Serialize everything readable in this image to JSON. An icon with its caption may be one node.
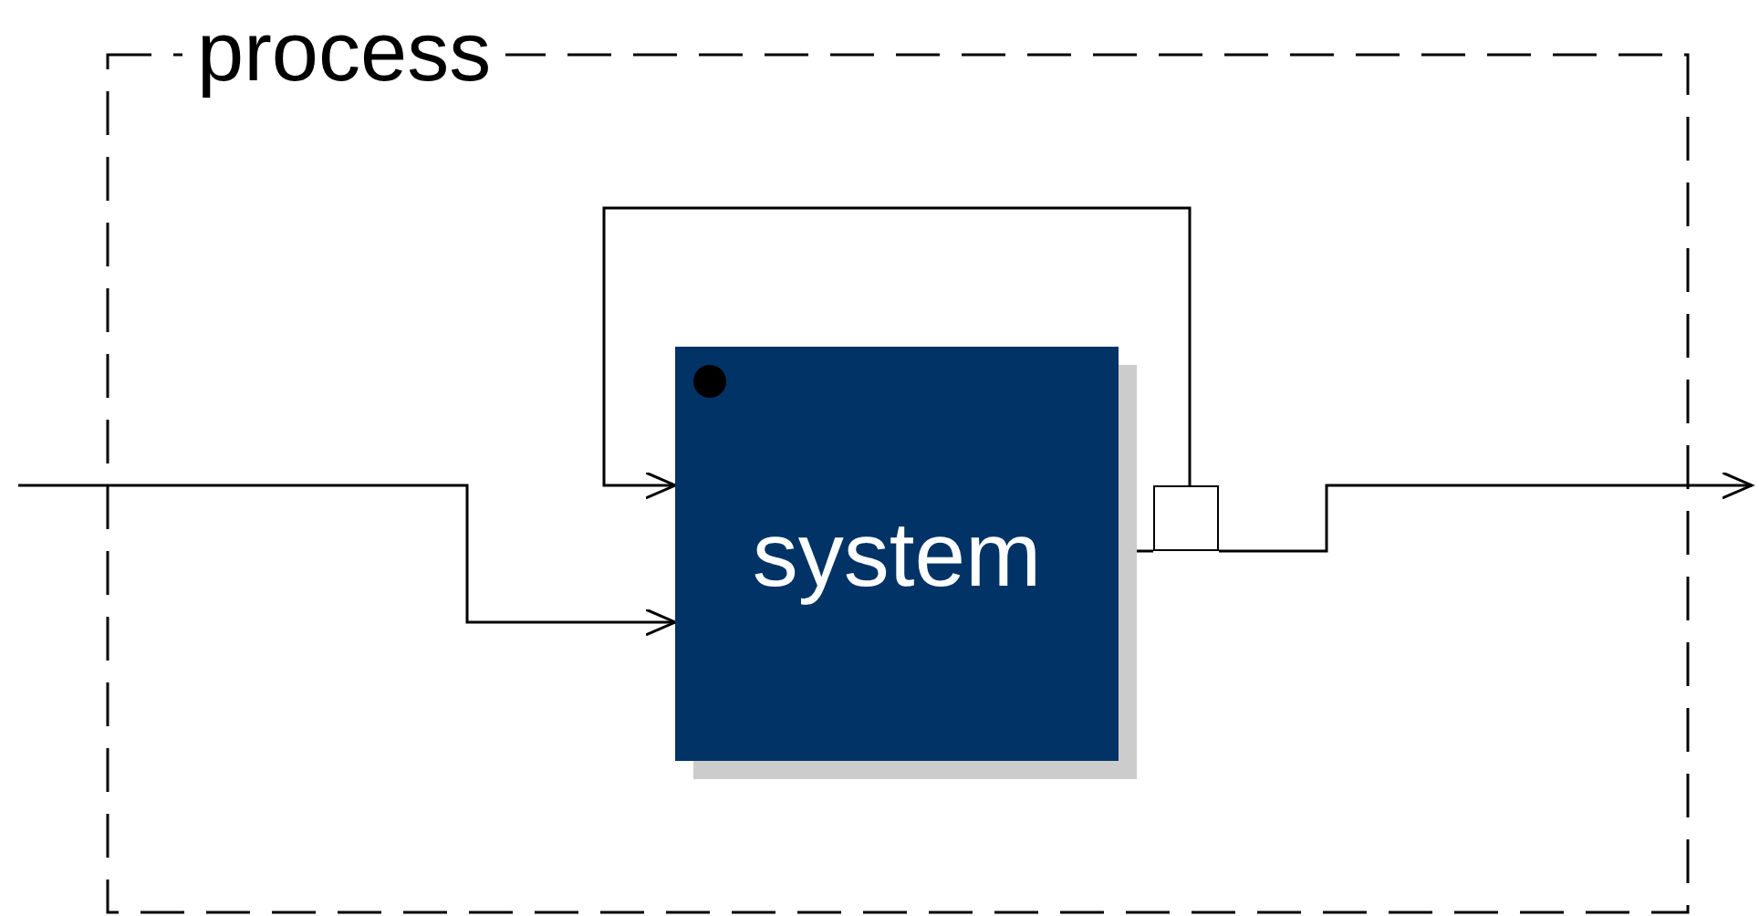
{
  "diagram": {
    "nodes": [
      {
        "text": [
          "process"
        ]
      },
      {
        "text": [
          "system"
        ],
        "in": 0
      },
      {
        "text": [],
        "shape": "box",
        "in": 0
      }
    ],
    "edges": [
      {
        "from": null,
        "to": 1,
        "arrow": "to"
      },
      {
        "from": 2,
        "to": 1,
        "arrow": "to"
      },
      {
        "from": 1,
        "to": 2,
        "arrow": "none"
      },
      {
        "from": 2,
        "to": null,
        "arrow": "to"
      }
    ]
  }
}
